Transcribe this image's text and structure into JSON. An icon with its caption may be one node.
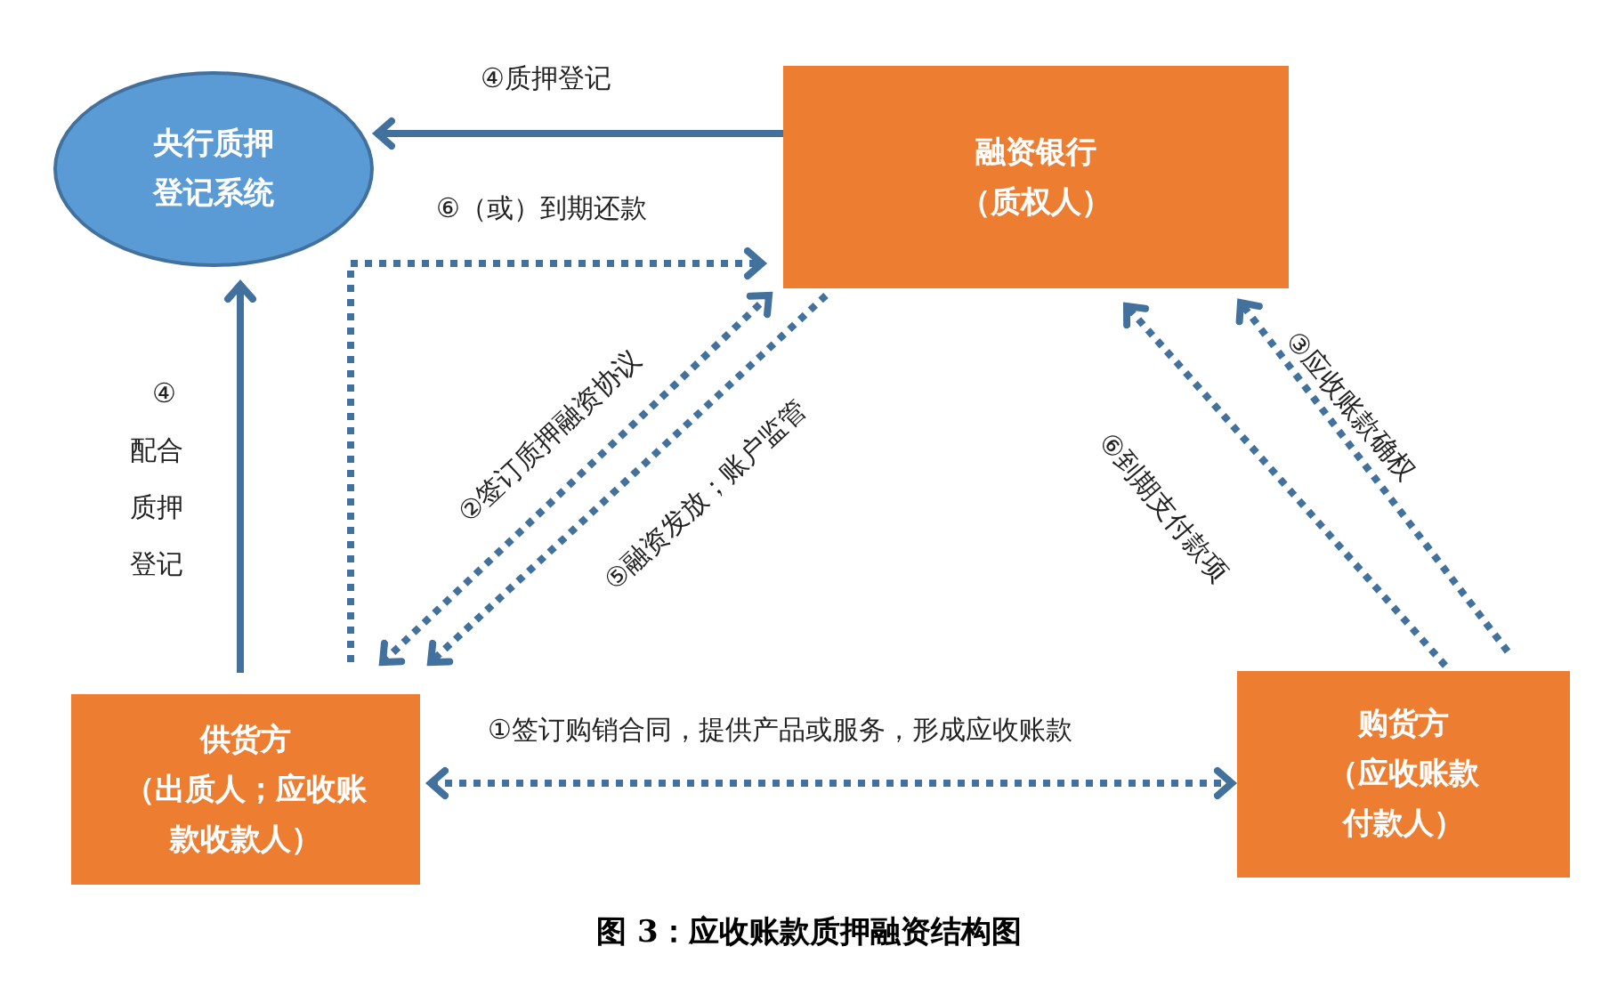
{
  "diagram": {
    "caption": "图 3：应收账款质押融资结构图",
    "nodes": [
      {
        "text": [
          "央行质押登记系统"
        ]
      },
      {
        "text": [
          "融资银行",
          "（质权人）"
        ]
      },
      {
        "text": [
          "供货方",
          "（出质人；应收账款收款人）"
        ]
      },
      {
        "text": [
          "购货方",
          "（应收账款付款人）"
        ]
      }
    ],
    "edges": [
      {
        "from": 1,
        "to": 0,
        "arrow": "to",
        "label": "④质押登记"
      },
      {
        "from": 2,
        "to": 1,
        "arrow": "to",
        "label": "⑥（或）到期还款",
        "style": "dashed"
      },
      {
        "from": 2,
        "to": 0,
        "arrow": "to",
        "label": "④配合质押登记"
      },
      {
        "from": 2,
        "to": 1,
        "arrow": "both",
        "label": "②签订质押融资协议",
        "style": "dashed"
      },
      {
        "from": 1,
        "to": 2,
        "arrow": "to",
        "label": "⑤融资发放；账户监管",
        "style": "dashed"
      },
      {
        "from": 3,
        "to": 1,
        "arrow": "to",
        "label": "⑥到期支付款项",
        "style": "dashed"
      },
      {
        "from": 3,
        "to": 1,
        "arrow": "to",
        "label": "③应收账款确权",
        "style": "dashed"
      },
      {
        "from": 2,
        "to": 3,
        "arrow": "both",
        "label": "①签订购销合同，提供产品或服务，形成应收账款",
        "style": "dashed"
      }
    ]
  }
}
